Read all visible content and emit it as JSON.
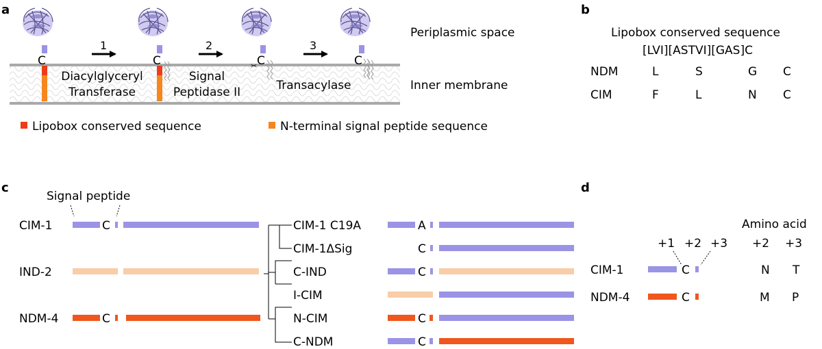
{
  "colors": {
    "purple": "#9b93e6",
    "peach": "#f8cda8",
    "red": "#f0561e",
    "orange": "#f5871d",
    "lipobox_red": "#ee3c18",
    "membrane_gray": "#a9a9a9",
    "protein_fill": "#c9c2ee"
  },
  "panel_a": {
    "label": "a",
    "steps": [
      "1",
      "2",
      "3"
    ],
    "cys": "C",
    "enzymes": [
      [
        "Diacylglyceryl",
        "Transferase"
      ],
      [
        "Signal",
        "Peptidase II"
      ],
      [
        "Transacylase"
      ]
    ],
    "periplasmic": "Periplasmic space",
    "inner_membrane": "Inner membrane",
    "legend": [
      {
        "label": "Lipobox conserved sequence",
        "color": "#ee3c18"
      },
      {
        "label": "N-terminal signal peptide sequence",
        "color": "#f5871d"
      }
    ]
  },
  "panel_b": {
    "label": "b",
    "title": "Lipobox conserved sequence",
    "motif": "[LVI][ASTVI][GAS]C",
    "rows": [
      {
        "name": "NDM",
        "residues": [
          "L",
          "S",
          "G",
          "C"
        ]
      },
      {
        "name": "CIM",
        "residues": [
          "F",
          "L",
          "N",
          "C"
        ]
      }
    ]
  },
  "panel_c": {
    "label": "c",
    "signal_peptide": "Signal peptide",
    "left": [
      {
        "name": "CIM-1",
        "color": "#9b93e6",
        "cys": "C",
        "has_cys": true
      },
      {
        "name": "IND-2",
        "color": "#f8cda8",
        "cys": "",
        "has_cys": false
      },
      {
        "name": "NDM-4",
        "color": "#f0561e",
        "cys": "C",
        "has_cys": true
      }
    ],
    "right": [
      {
        "name": "CIM-1 C19A",
        "residue": "A",
        "signal": "#9b93e6",
        "mature": "#9b93e6",
        "has_signal": true,
        "has_residue": true
      },
      {
        "name": "CIM-1ΔSig",
        "residue": "C",
        "signal": "",
        "mature": "#9b93e6",
        "has_signal": false,
        "has_residue": true
      },
      {
        "name": "C-IND",
        "residue": "C",
        "signal": "#9b93e6",
        "mature": "#f8cda8",
        "has_signal": true,
        "has_residue": true
      },
      {
        "name": "I-CIM",
        "residue": "",
        "signal": "#f8cda8",
        "mature": "#9b93e6",
        "has_signal": true,
        "has_residue": false
      },
      {
        "name": "N-CIM",
        "residue": "C",
        "signal": "#f0561e",
        "mature": "#9b93e6",
        "has_signal": true,
        "has_residue": true
      },
      {
        "name": "C-NDM",
        "residue": "C",
        "signal": "#9b93e6",
        "mature": "#f0561e",
        "has_signal": true,
        "has_residue": true
      }
    ]
  },
  "panel_d": {
    "label": "d",
    "amino_acid": "Amino acid",
    "positions": [
      "+1",
      "+2",
      "+3"
    ],
    "cols": [
      "+2",
      "+3"
    ],
    "cys": "C",
    "rows": [
      {
        "name": "CIM-1",
        "color": "#9b93e6",
        "values": [
          "N",
          "T"
        ]
      },
      {
        "name": "NDM-4",
        "color": "#f0561e",
        "values": [
          "M",
          "P"
        ]
      }
    ]
  }
}
